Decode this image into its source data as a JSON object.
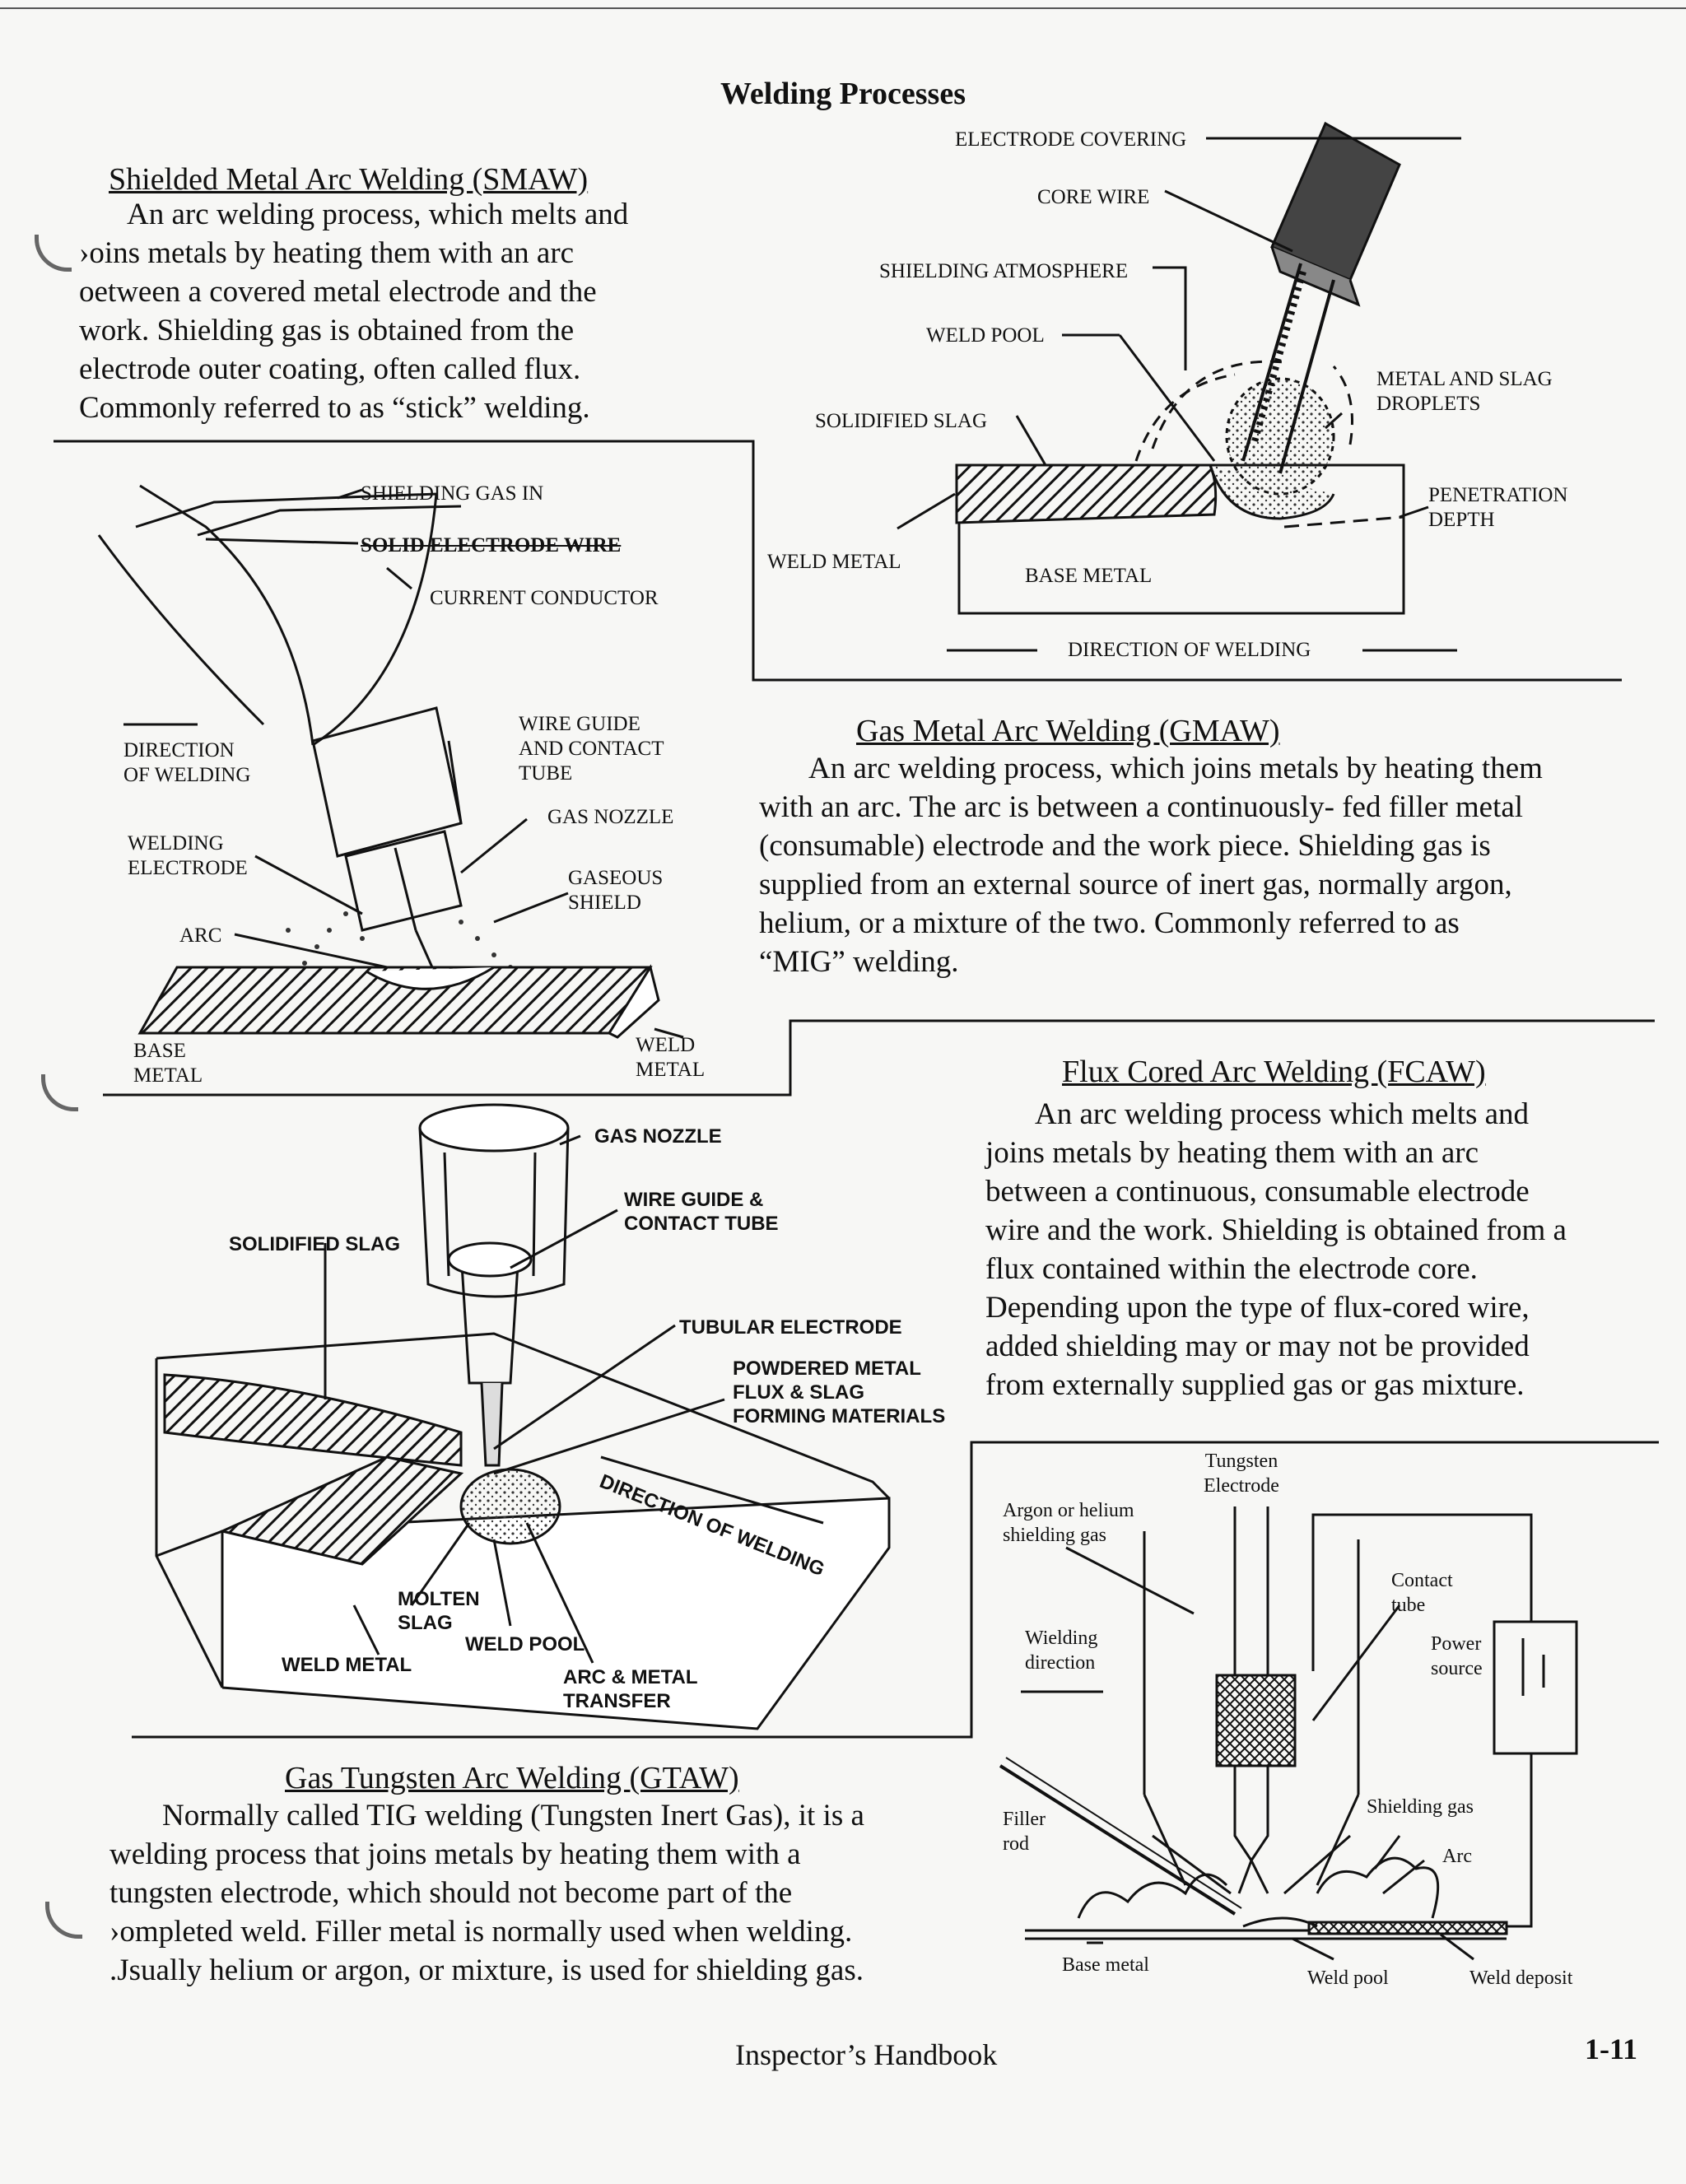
{
  "page_title": "Welding Processes",
  "smaw": {
    "title": "Shielded Metal Arc Welding (SMAW)",
    "lines": [
      "An arc welding process, which melts and",
      "›oins metals by heating them with an arc",
      "oetween a covered metal electrode and the",
      "work. Shielding gas is obtained from the",
      "electrode outer coating, often called flux.",
      "Commonly referred to as “stick” welding."
    ],
    "labels": {
      "electrode_covering": "ELECTRODE COVERING",
      "core_wire": "CORE WIRE",
      "shielding_atmosphere": "SHIELDING ATMOSPHERE",
      "weld_pool": "WELD POOL",
      "solidified_slag": "SOLIDIFIED SLAG",
      "metal_slag_1": "METAL AND SLAG",
      "metal_slag_2": "DROPLETS",
      "penetration_1": "PENETRATION",
      "penetration_2": "DEPTH",
      "weld_metal": "WELD METAL",
      "base_metal": "BASE METAL",
      "direction": "DIRECTION OF WELDING"
    }
  },
  "gmaw": {
    "title": "Gas Metal Arc Welding (GMAW)",
    "lines": [
      "An arc welding process, which joins metals by heating them",
      "with an arc. The arc is between a continuously- fed filler metal",
      "(consumable) electrode and the work piece. Shielding gas is",
      "supplied from an external source of inert gas, normally argon,",
      "helium, or a mixture of the two. Commonly referred to as",
      "“MIG” welding."
    ],
    "labels": {
      "shielding_gas_in": "SHIELDING GAS IN",
      "solid_electrode_wire": "SOLID ELECTRODE WIRE",
      "current_conductor": "CURRENT CONDUCTOR",
      "direction_1": "DIRECTION",
      "direction_2": "OF WELDING",
      "wire_guide_1": "WIRE GUIDE",
      "wire_guide_2": "AND CONTACT",
      "wire_guide_3": "TUBE",
      "gas_nozzle": "GAS NOZZLE",
      "welding_electrode_1": "WELDING",
      "welding_electrode_2": "ELECTRODE",
      "gaseous_shield_1": "GASEOUS",
      "gaseous_shield_2": "SHIELD",
      "arc": "ARC",
      "base_metal_1": "BASE",
      "base_metal_2": "METAL",
      "weld_metal_1": "WELD",
      "weld_metal_2": "METAL"
    }
  },
  "fcaw": {
    "title": "Flux Cored Arc Welding (FCAW)",
    "lines": [
      "An arc welding process which melts and",
      "joins metals by heating them with an arc",
      "between a continuous, consumable electrode",
      "wire and the work. Shielding is obtained from a",
      "flux contained within the electrode core.",
      "Depending upon the type of flux-cored wire,",
      "added shielding may or may not be provided",
      "from externally supplied gas or gas mixture."
    ],
    "labels": {
      "gas_nozzle": "GAS NOZZLE",
      "wire_guide_1": "WIRE GUIDE &",
      "wire_guide_2": "CONTACT TUBE",
      "solidified_slag": "SOLIDIFIED SLAG",
      "tubular_electrode": "TUBULAR ELECTRODE",
      "powdered_1": "POWDERED METAL",
      "powdered_2": "FLUX & SLAG",
      "powdered_3": "FORMING MATERIALS",
      "direction": "DIRECTION OF WELDING",
      "molten_slag_1": "MOLTEN",
      "molten_slag_2": "SLAG",
      "weld_pool": "WELD POOL",
      "weld_metal": "WELD METAL",
      "arc_transfer_1": "ARC & METAL",
      "arc_transfer_2": "TRANSFER"
    }
  },
  "gtaw": {
    "title": "Gas Tungsten Arc Welding (GTAW)",
    "lines": [
      "Normally called TIG welding (Tungsten Inert Gas), it is a",
      "welding process that joins metals by heating them with a",
      "tungsten electrode, which should not become part of the",
      "›ompleted weld. Filler metal is normally used when welding.",
      ".Jsually helium or argon, or mixture, is used for shielding gas."
    ],
    "labels": {
      "tungsten_1": "Tungsten",
      "tungsten_2": "Electrode",
      "argon_1": "Argon or helium",
      "argon_2": "shielding gas",
      "contact_1": "Contact",
      "contact_2": "tube",
      "wielding_1": "Wielding",
      "wielding_2": "direction",
      "power_1": "Power",
      "power_2": "source",
      "shielding_gas": "Shielding gas",
      "filler_1": "Filler",
      "filler_2": "rod",
      "arc": "Arc",
      "base_metal": "Base metal",
      "weld_pool": "Weld pool",
      "weld_deposit": "Weld deposit"
    }
  },
  "footer": {
    "handbook": "Inspector’s Handbook",
    "page": "1-11"
  }
}
